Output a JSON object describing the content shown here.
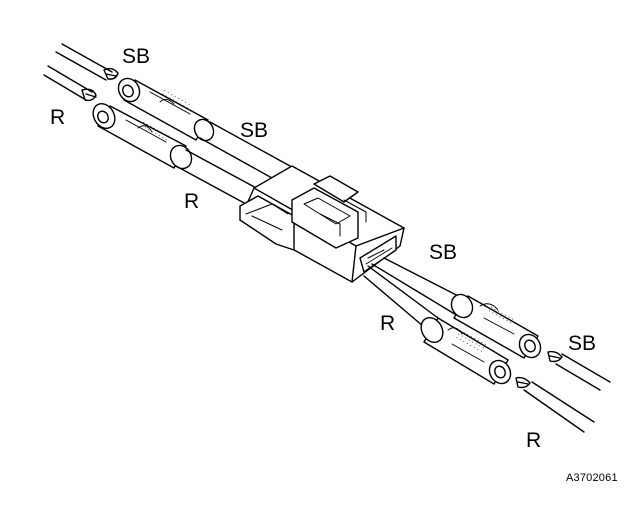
{
  "wire_labels": {
    "left_top_sb": "SB",
    "left_top_r": "R",
    "left_mid_sb": "SB",
    "left_mid_r": "R",
    "right_mid_sb": "SB",
    "right_mid_r": "R",
    "right_bot_sb": "SB",
    "right_bot_r": "R"
  },
  "figure_code": "A3702061",
  "colors": {
    "ink": "#000000",
    "paper": "#ffffff"
  }
}
